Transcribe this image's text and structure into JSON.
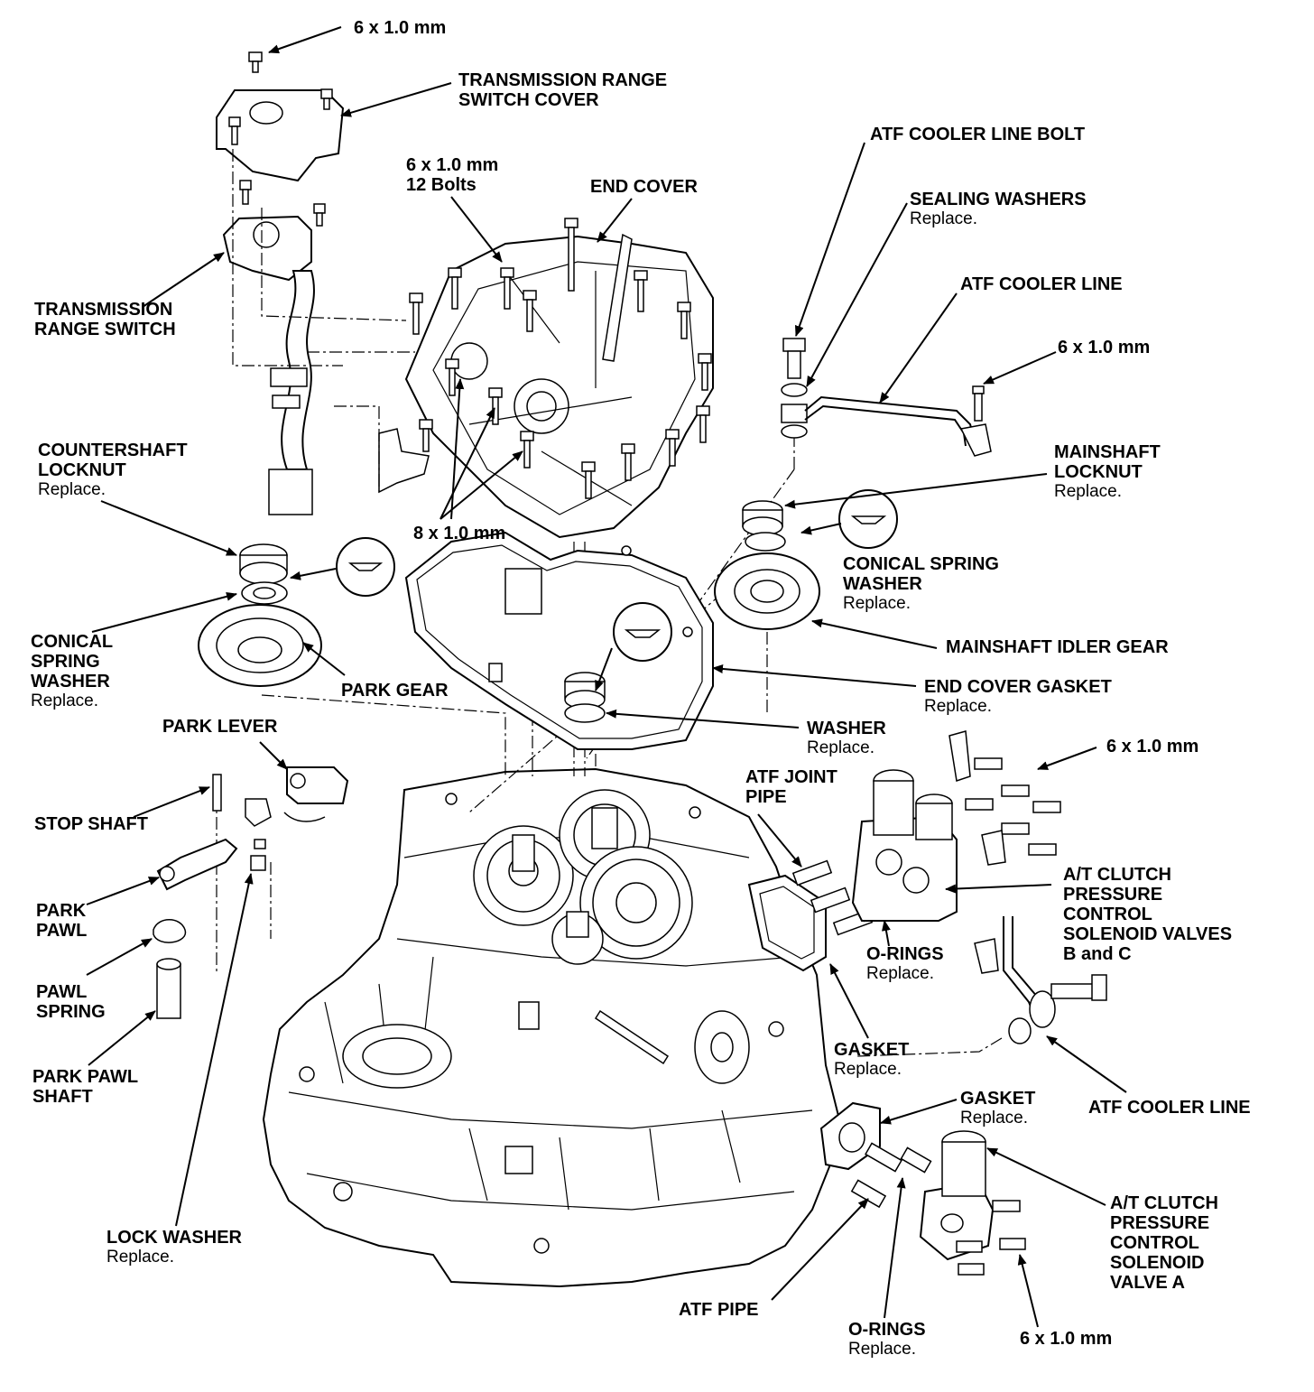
{
  "labels": {
    "bolt_top": [
      "6 x 1.0 mm"
    ],
    "trs_cover": [
      "TRANSMISSION RANGE",
      "SWITCH COVER"
    ],
    "end_cover_bolts": [
      "6 x 1.0 mm",
      "12 Bolts"
    ],
    "end_cover": [
      "END COVER"
    ],
    "atf_cooler_line_bolt": [
      "ATF COOLER LINE BOLT"
    ],
    "sealing_washers": [
      "SEALING WASHERS",
      "Replace."
    ],
    "atf_cooler_line_top": [
      "ATF COOLER LINE"
    ],
    "bolt_cooler": [
      "6 x 1.0 mm"
    ],
    "trs": [
      "TRANSMISSION",
      "RANGE SWITCH"
    ],
    "countershaft_locknut": [
      "COUNTERSHAFT",
      "LOCKNUT",
      "Replace."
    ],
    "mainshaft_locknut": [
      "MAINSHAFT",
      "LOCKNUT",
      "Replace."
    ],
    "bolt_8": [
      "8 x 1.0 mm"
    ],
    "conical_spring_washer_r": [
      "CONICAL SPRING",
      "WASHER",
      "Replace."
    ],
    "conical_spring_washer_l": [
      "CONICAL",
      "SPRING",
      "WASHER",
      "Replace."
    ],
    "mainshaft_idler_gear": [
      "MAINSHAFT IDLER GEAR"
    ],
    "park_gear": [
      "PARK GEAR"
    ],
    "end_cover_gasket": [
      "END COVER GASKET",
      "Replace."
    ],
    "park_lever": [
      "PARK LEVER"
    ],
    "washer": [
      "WASHER",
      "Replace."
    ],
    "bolt_solenoid_bc": [
      "6 x 1.0 mm"
    ],
    "atf_joint_pipe": [
      "ATF JOINT",
      "PIPE"
    ],
    "stop_shaft": [
      "STOP SHAFT"
    ],
    "solenoid_bc": [
      "A/T CLUTCH",
      "PRESSURE",
      "CONTROL",
      "SOLENOID VALVES",
      "B and C"
    ],
    "park_pawl": [
      "PARK",
      "PAWL"
    ],
    "o_rings_top": [
      "O-RINGS",
      "Replace."
    ],
    "pawl_spring": [
      "PAWL",
      "SPRING"
    ],
    "gasket_mid": [
      "GASKET",
      "Replace."
    ],
    "park_pawl_shaft": [
      "PARK PAWL",
      "SHAFT"
    ],
    "atf_cooler_line_bottom": [
      "ATF COOLER LINE"
    ],
    "gasket_low": [
      "GASKET",
      "Replace."
    ],
    "lock_washer": [
      "LOCK WASHER",
      "Replace."
    ],
    "solenoid_a": [
      "A/T CLUTCH",
      "PRESSURE",
      "CONTROL",
      "SOLENOID",
      "VALVE A"
    ],
    "atf_pipe": [
      "ATF PIPE"
    ],
    "o_rings_bottom": [
      "O-RINGS",
      "Replace."
    ],
    "bolt_bottom": [
      "6 x 1.0 mm"
    ]
  }
}
